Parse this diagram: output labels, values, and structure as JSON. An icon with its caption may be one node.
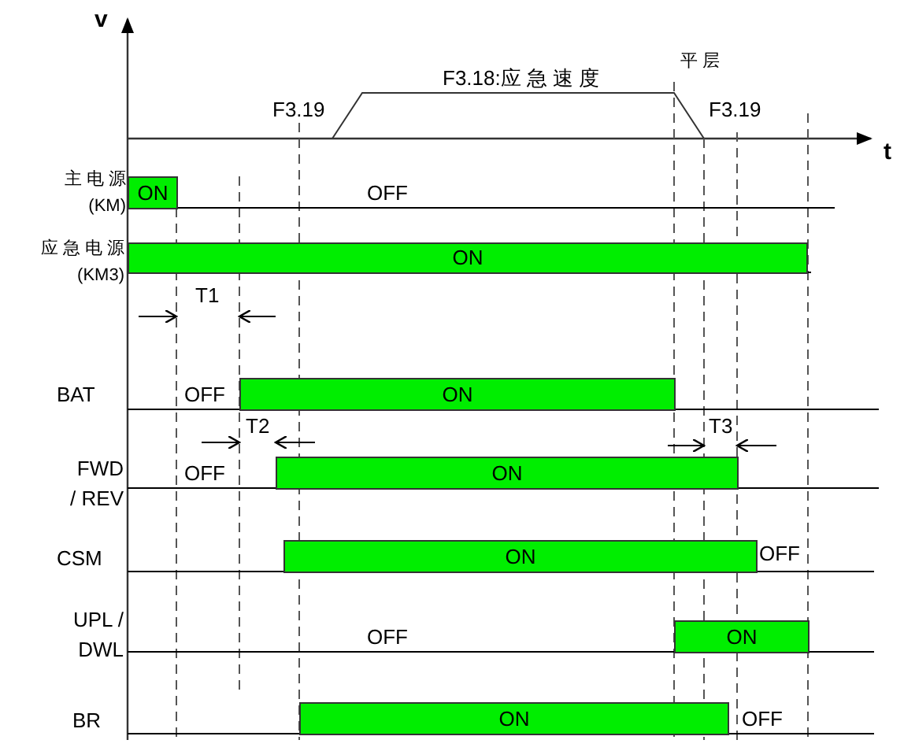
{
  "diagram": {
    "nodes": [
      {
        "text": [
          "ON"
        ]
      },
      {
        "text": [
          "ON"
        ]
      },
      {
        "text": [
          "ON"
        ]
      },
      {
        "text": [
          "ON"
        ]
      },
      {
        "text": [
          "ON"
        ]
      },
      {
        "text": [
          "ON"
        ]
      },
      {
        "text": [
          "ON"
        ]
      }
    ],
    "labels": [
      "v",
      "平 层",
      "F3.18:应 急 速 度",
      "F3.19",
      "F3.19",
      "t",
      "主 电 源 (KM)",
      "OFF",
      "应 急 电 源 (KM3)",
      "T1",
      "BAT",
      "OFF",
      "T2",
      "T3",
      "FWD / REV",
      "OFF",
      "CSM",
      "OFF",
      "UPL / DWL",
      "OFF",
      "BR",
      "OFF"
    ]
  }
}
